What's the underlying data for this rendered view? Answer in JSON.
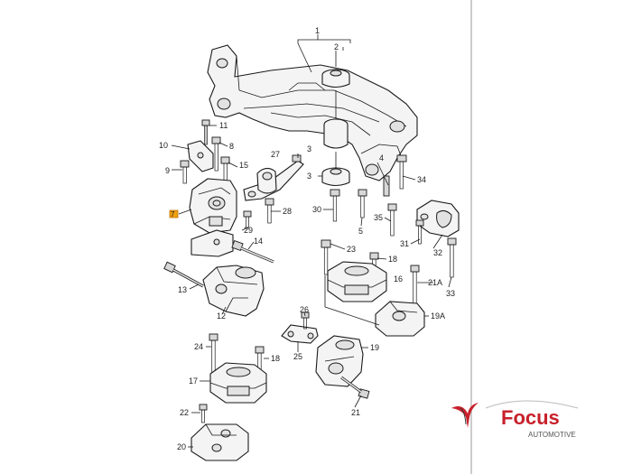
{
  "callouts": [
    {
      "id": "c1",
      "text": "1"
    },
    {
      "id": "c2",
      "text": "2"
    },
    {
      "id": "c3a",
      "text": "3"
    },
    {
      "id": "c3b",
      "text": "3"
    },
    {
      "id": "c4",
      "text": "4"
    },
    {
      "id": "c5",
      "text": "5"
    },
    {
      "id": "c7",
      "text": "7"
    },
    {
      "id": "c8",
      "text": "8"
    },
    {
      "id": "c9",
      "text": "9"
    },
    {
      "id": "c10",
      "text": "10"
    },
    {
      "id": "c11",
      "text": "11"
    },
    {
      "id": "c12",
      "text": "12"
    },
    {
      "id": "c13",
      "text": "13"
    },
    {
      "id": "c14",
      "text": "14"
    },
    {
      "id": "c15",
      "text": "15"
    },
    {
      "id": "c16",
      "text": "16"
    },
    {
      "id": "c17",
      "text": "17"
    },
    {
      "id": "c18a",
      "text": "18"
    },
    {
      "id": "c18b",
      "text": "18"
    },
    {
      "id": "c19",
      "text": "19"
    },
    {
      "id": "c19a",
      "text": "19A"
    },
    {
      "id": "c20",
      "text": "20"
    },
    {
      "id": "c21",
      "text": "21"
    },
    {
      "id": "c21a",
      "text": "21A"
    },
    {
      "id": "c22",
      "text": "22"
    },
    {
      "id": "c23",
      "text": "23"
    },
    {
      "id": "c24",
      "text": "24"
    },
    {
      "id": "c25",
      "text": "25"
    },
    {
      "id": "c26",
      "text": "26"
    },
    {
      "id": "c27",
      "text": "27"
    },
    {
      "id": "c28",
      "text": "28"
    },
    {
      "id": "c29",
      "text": "29"
    },
    {
      "id": "c30",
      "text": "30"
    },
    {
      "id": "c31",
      "text": "31"
    },
    {
      "id": "c32",
      "text": "32"
    },
    {
      "id": "c33",
      "text": "33"
    },
    {
      "id": "c34",
      "text": "34"
    },
    {
      "id": "c35",
      "text": "35"
    }
  ],
  "logo": {
    "name": "Focus",
    "tagline": "AUTOMOTIVE",
    "name_color": "#c8202b",
    "tagline_color": "#555555",
    "icon": "wrench-swoosh-icon"
  },
  "colors": {
    "highlight_marker": "#f0a010",
    "divider": "#9a9a9a"
  }
}
